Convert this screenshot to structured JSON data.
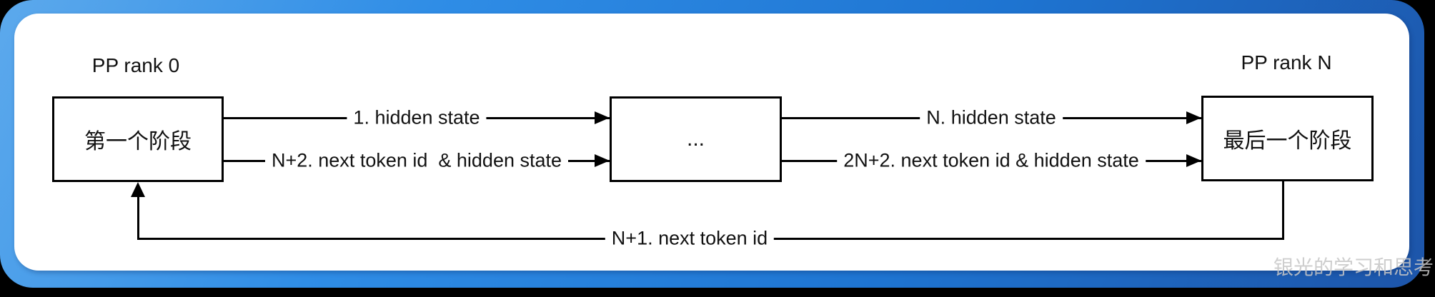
{
  "header": {
    "pp_rank_left": "PP rank 0",
    "pp_rank_right": "PP rank N"
  },
  "stages": {
    "first": "第一个阶段",
    "middle": "...",
    "last": "最后一个阶段"
  },
  "arrows": {
    "hidden_state_1": "1. hidden state",
    "next_token_n2": "N+2. next token id  & hidden state",
    "hidden_state_n": "N. hidden state",
    "next_token_2n2": "2N+2. next token id & hidden state",
    "next_token_n1": "N+1. next token id"
  },
  "watermark": "银光的学习和思考",
  "colors": {
    "frame_gradient_start": "#5CA9EC",
    "frame_gradient_mid1": "#2F8DE6",
    "frame_gradient_mid2": "#1E74D1",
    "frame_gradient_end": "#1D55A9",
    "card_background": "#FFFFFF",
    "line_color": "#000000",
    "text_color": "#111111",
    "watermark_color": "#C6C6C6"
  }
}
